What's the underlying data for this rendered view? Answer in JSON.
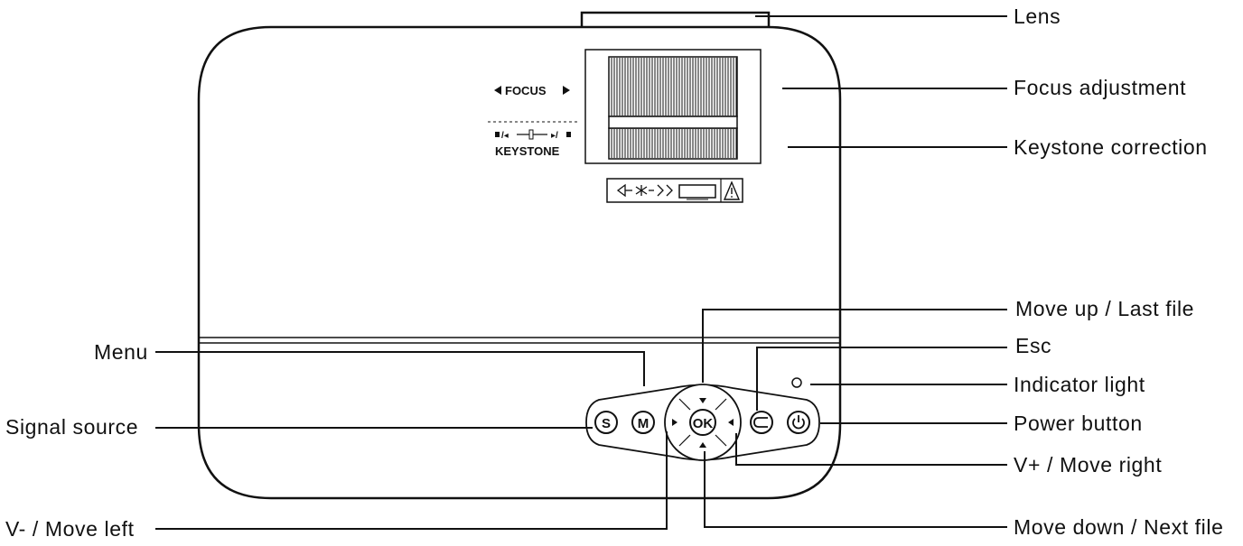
{
  "labels": {
    "lens": "Lens",
    "focus_adjustment": "Focus adjustment",
    "keystone_correction": "Keystone correction",
    "move_up": "Move up / Last file",
    "esc": "Esc",
    "indicator_light": "Indicator light",
    "power_button": "Power button",
    "v_plus": "V+ / Move right",
    "move_down": "Move down / Next file",
    "menu": "Menu",
    "signal_source": "Signal source",
    "v_minus": "V- / Move left"
  },
  "device": {
    "focus_label": "FOCUS",
    "keystone_label": "KEYSTONE",
    "buttons": {
      "source": "S",
      "menu": "M",
      "ok": "OK"
    }
  }
}
